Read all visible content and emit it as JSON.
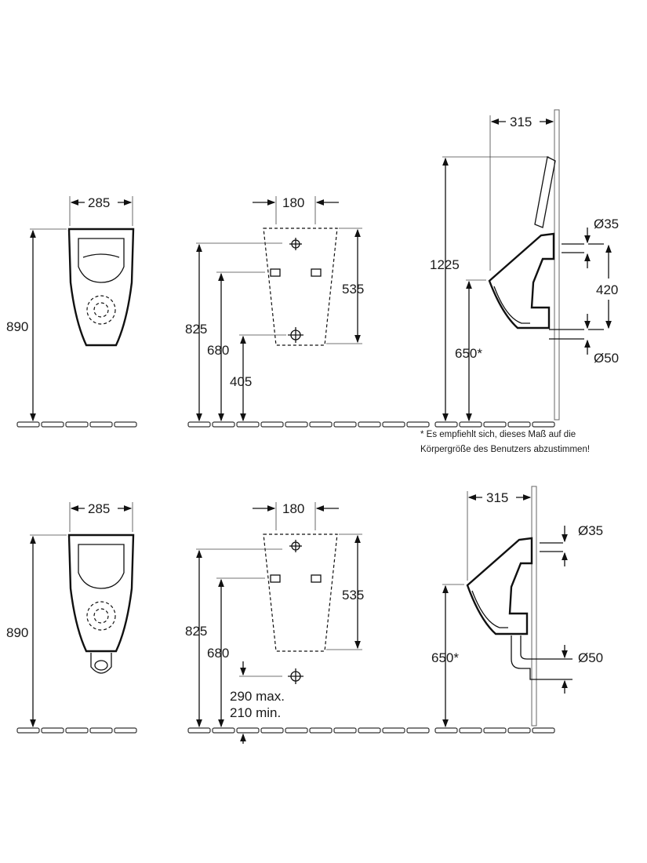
{
  "title": "Urinal installation dimensions",
  "top_row": {
    "front_view": {
      "width": "285",
      "height": "890"
    },
    "back_view": {
      "width": "180",
      "height": "535",
      "fix_height": "825",
      "upper_fix": "680",
      "outlet_height": "405"
    },
    "side_view": {
      "depth": "315",
      "total_height": "1225",
      "rim_height": "650*",
      "inlet_diameter": "Ø35",
      "inlet_outlet_distance": "420",
      "outlet_diameter": "Ø50"
    },
    "note_line1": "* Es empfiehlt sich, dieses Maß auf die",
    "note_line2": "Körpergröße des Benutzers abzustimmen!"
  },
  "bottom_row": {
    "front_view": {
      "width": "285",
      "height": "890"
    },
    "back_view": {
      "width": "180",
      "height": "535",
      "fix_height": "825",
      "upper_fix": "680",
      "outlet_max": "290 max.",
      "outlet_min": "210 min."
    },
    "side_view": {
      "depth": "315",
      "rim_height": "650*",
      "inlet_diameter": "Ø35",
      "outlet_diameter": "Ø50"
    }
  }
}
